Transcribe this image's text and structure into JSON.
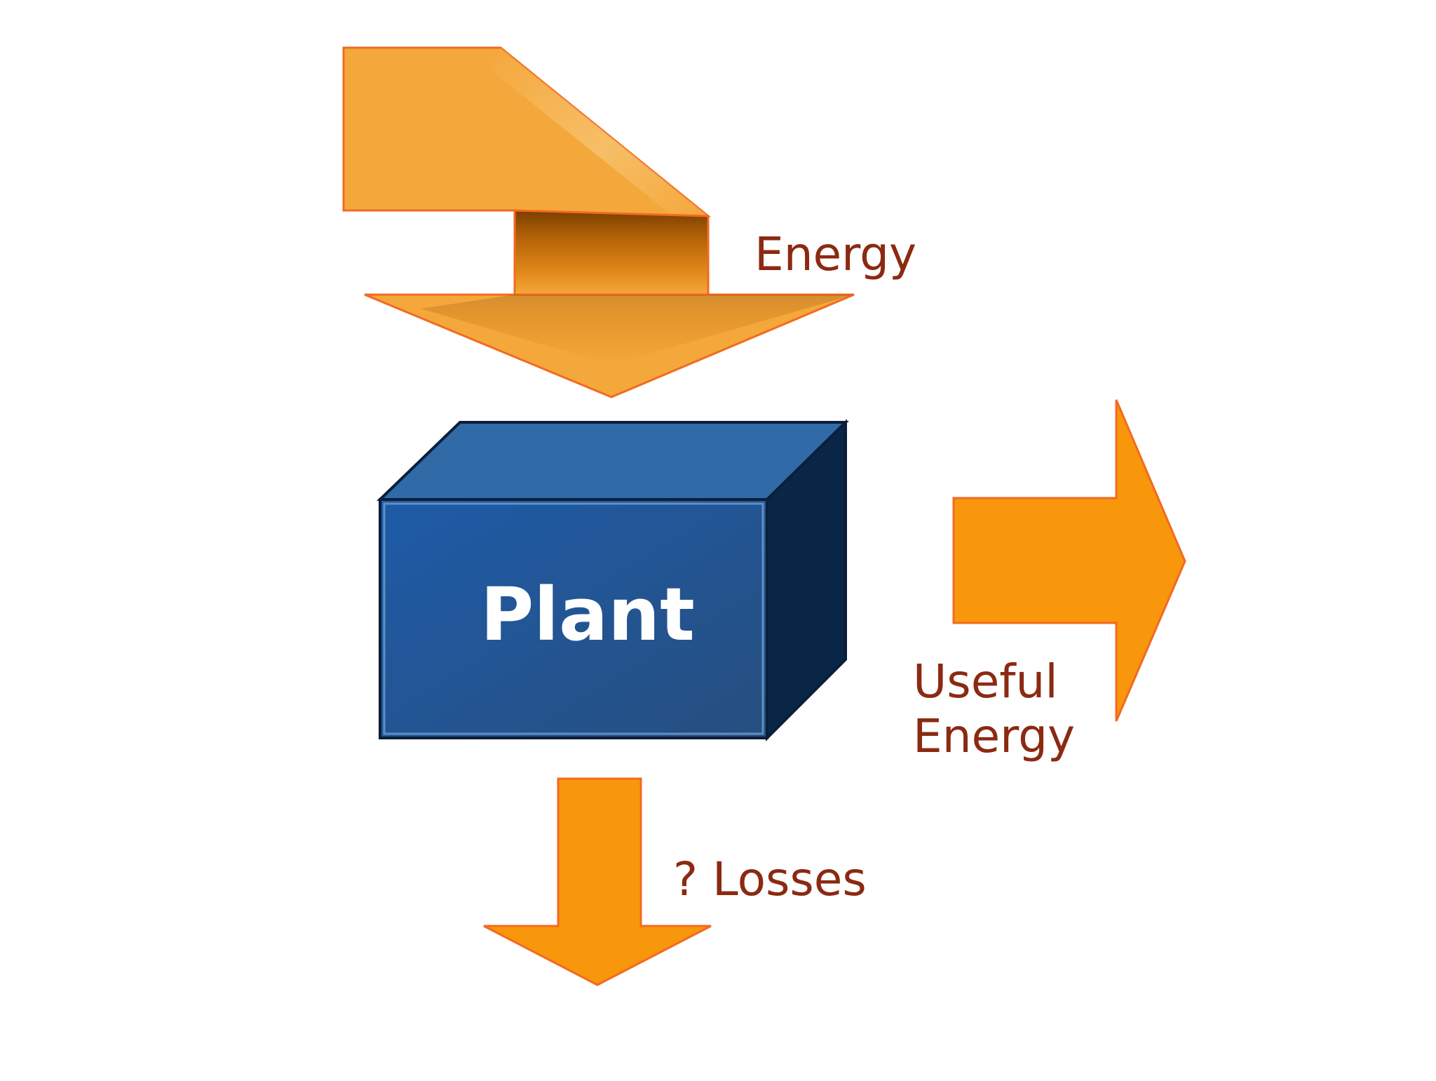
{
  "diagram": {
    "box_label": "Plant",
    "input_label": "Energy",
    "output_label_line1": "Useful",
    "output_label_line2": "Energy",
    "loss_label": "? Losses"
  },
  "colors": {
    "arrow_orange": "#f8960c",
    "arrow_light": "#f4a83c",
    "arrow_outline": "#f26a21",
    "label_brown": "#8b2a12",
    "box_front": "#21579a",
    "box_top": "#306aa7",
    "box_side": "#0a2647",
    "box_edge": "#0b1f3a"
  },
  "icons": {
    "input": "folded-arrow-down",
    "output": "arrow-right",
    "loss": "arrow-down",
    "box": "3d-box"
  }
}
